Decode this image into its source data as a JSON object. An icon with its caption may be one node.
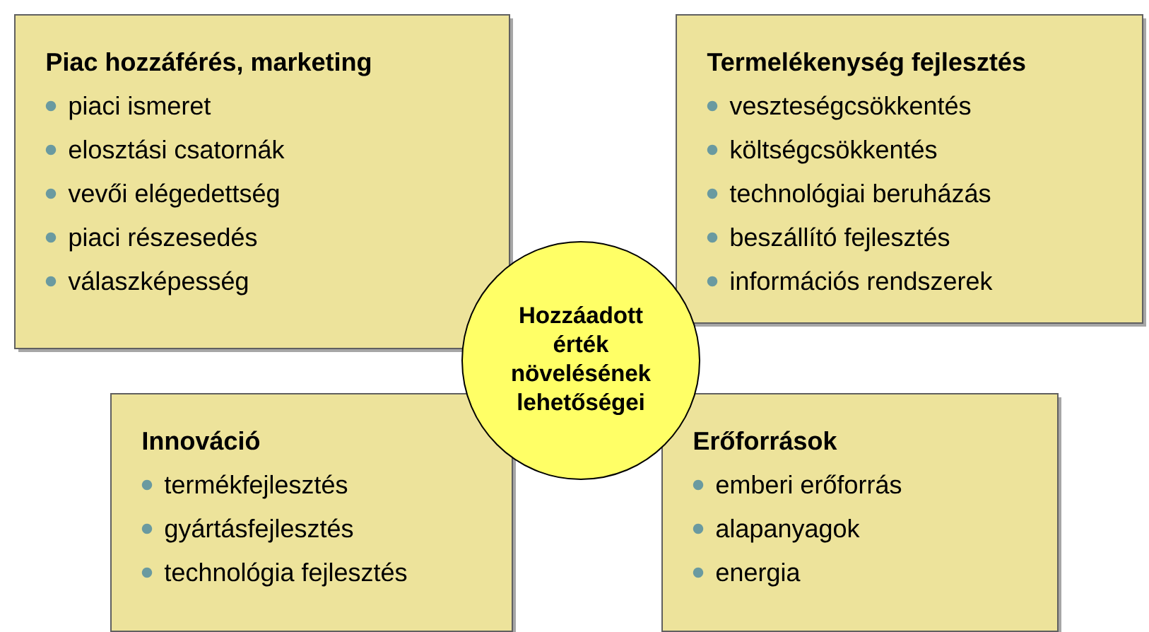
{
  "diagram": {
    "nodes": [
      {
        "text": [
          "Piac hozzáférés, marketing",
          "piaci ismeret",
          "elosztási csatornák",
          "vevői elégedettség",
          "piaci részesedés",
          "válaszképesség"
        ]
      },
      {
        "text": [
          "Termelékenység fejlesztés",
          "veszteségcsökkentés",
          "költségcsökkentés",
          "technológiai beruházás",
          "beszállító fejlesztés",
          "információs rendszerek"
        ]
      },
      {
        "text": [
          "Innováció",
          "termékfejlesztés",
          "gyártásfejlesztés",
          "technológia fejlesztés"
        ]
      },
      {
        "text": [
          "Erőforrások",
          "emberi erőforrás",
          "alapanyagok",
          "energia"
        ]
      },
      {
        "text": [
          "Hozzáadott érték növelésének lehetőségei"
        ]
      }
    ]
  }
}
